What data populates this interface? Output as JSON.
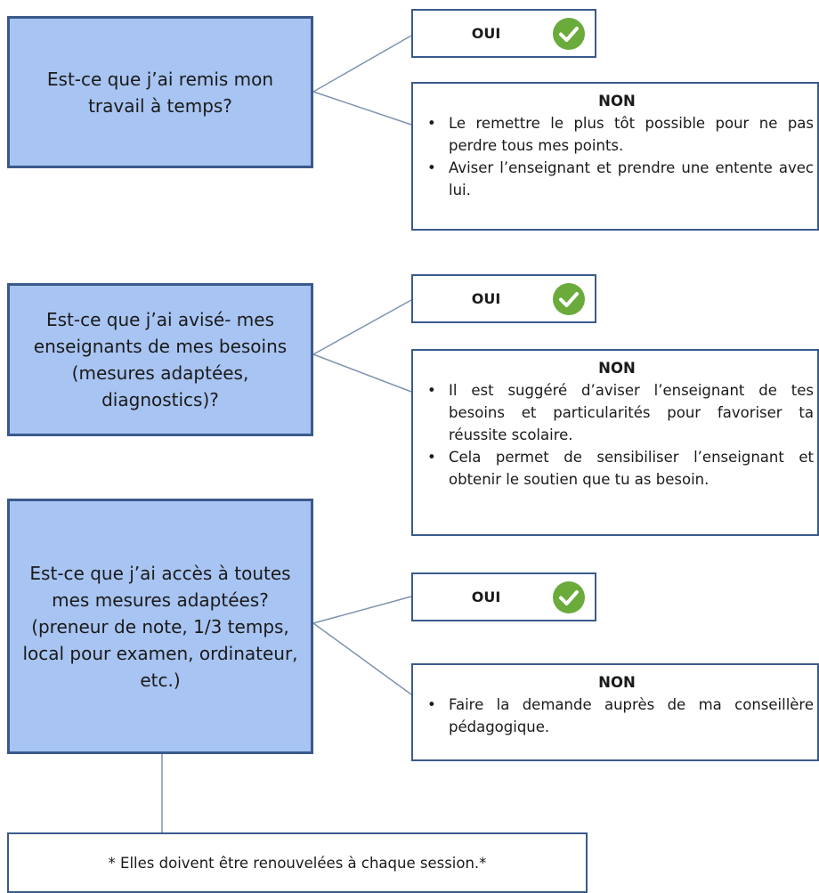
{
  "questions": [
    {
      "text": "Est-ce que j’ai remis mon travail à temps?",
      "oui_label": "OUI",
      "non_title": "NON",
      "non_items": [
        "Le remettre le plus tôt possible pour ne pas perdre tous mes points.",
        "Aviser l’enseignant et prendre une entente avec lui."
      ]
    },
    {
      "text": "Est-ce que j’ai avisé- mes enseignants de mes besoins (mesures adaptées, diagnostics)?",
      "oui_label": "OUI",
      "non_title": "NON",
      "non_items": [
        "Il est suggéré d’aviser l’enseignant de tes besoins et particularités pour favoriser ta réussite scolaire.",
        "Cela permet de sensibiliser l’enseignant et obtenir le soutien que tu as besoin."
      ]
    },
    {
      "text": "Est-ce que j’ai accès à toutes mes mesures adaptées? (preneur de note, 1/3 temps, local pour examen, ordinateur, etc.)",
      "oui_label": "OUI",
      "non_title": "NON",
      "non_items": [
        "Faire la demande auprès de ma conseillère pédagogique."
      ]
    }
  ],
  "note": "* Elles doivent être renouvelées à chaque session.*",
  "colors": {
    "question_fill": "#a8c4f2",
    "border": "#3a5a8c",
    "check_green": "#6aab3c"
  },
  "icons": {
    "check": "check-circle-icon"
  }
}
